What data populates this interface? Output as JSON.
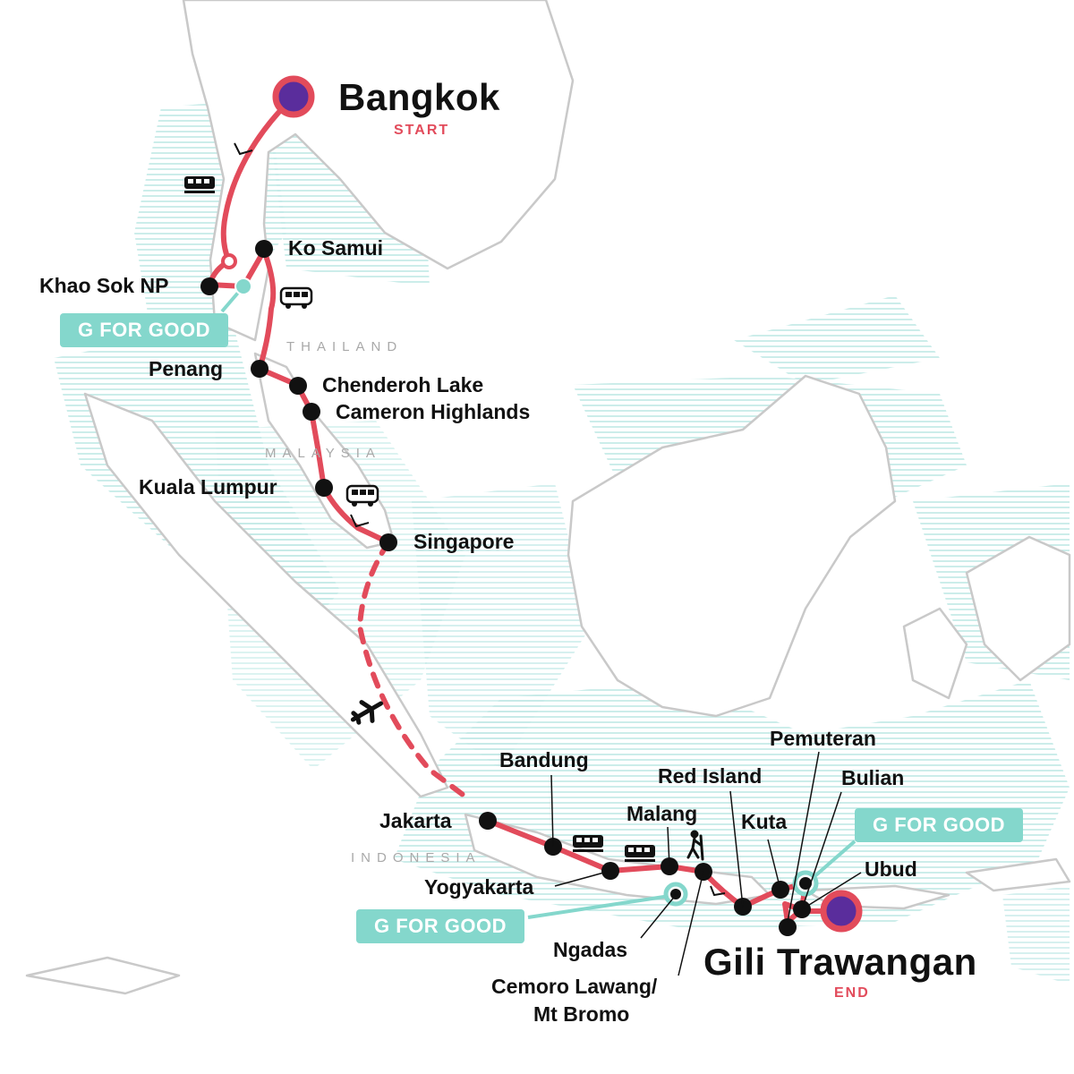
{
  "map": {
    "colors": {
      "route": "#e24b5b",
      "g_for_good": "#84d7cc",
      "stop": "#111111",
      "endpoint_fill": "#5a2d9c",
      "sea_lines": "#b9e6e3",
      "land_outline": "#c9c9c9"
    },
    "start": {
      "name": "Bangkok",
      "tag": "START"
    },
    "end": {
      "name": "Gili Trawangan",
      "tag": "END"
    },
    "countries": [
      "THAILAND",
      "MALAYSIA",
      "INDONESIA"
    ],
    "g_for_good_label": "G FOR GOOD",
    "stops": [
      "Ko Samui",
      "Khao Sok NP",
      "Penang",
      "Chenderoh Lake",
      "Cameron Highlands",
      "Kuala Lumpur",
      "Singapore",
      "Jakarta",
      "Bandung",
      "Yogyakarta",
      "Malang",
      "Red Island",
      "Pemuteran",
      "Kuta",
      "Bulian",
      "Ubud",
      "Ngadas",
      "Cemoro Lawang/",
      "Mt Bromo"
    ],
    "transport_icons": [
      "train-icon",
      "bus-icon",
      "bus-icon",
      "plane-icon",
      "train-icon",
      "train-icon",
      "hiker-icon"
    ]
  }
}
